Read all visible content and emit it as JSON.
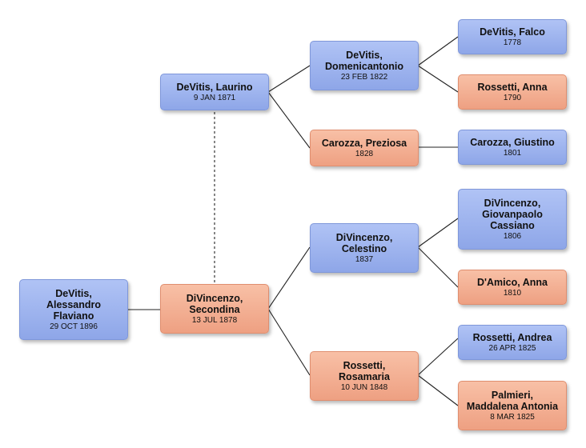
{
  "people": {
    "alessandro": {
      "name": "DeVitis,\nAlessandro\nFlaviano",
      "date": "29 OCT 1896"
    },
    "laurino": {
      "name": "DeVitis, Laurino",
      "date": "9 JAN 1871"
    },
    "secondina": {
      "name": "DiVincenzo,\nSecondina",
      "date": "13 JUL 1878"
    },
    "domenicantonio": {
      "name": "DeVitis,\nDomenicantonio",
      "date": "23 FEB 1822"
    },
    "preziosa": {
      "name": "Carozza, Preziosa",
      "date": "1828"
    },
    "celestino": {
      "name": "DiVincenzo,\nCelestino",
      "date": "1837"
    },
    "rosamaria": {
      "name": "Rossetti,\nRosamaria",
      "date": "10 JUN 1848"
    },
    "falco": {
      "name": "DeVitis, Falco",
      "date": "1778"
    },
    "anna_rossetti": {
      "name": "Rossetti, Anna",
      "date": "1790"
    },
    "giustino": {
      "name": "Carozza, Giustino",
      "date": "1801"
    },
    "giovanpaolo": {
      "name": "DiVincenzo,\nGiovanpaolo\nCassiano",
      "date": "1806"
    },
    "anna_damico": {
      "name": "D'Amico, Anna",
      "date": "1810"
    },
    "andrea": {
      "name": "Rossetti, Andrea",
      "date": "26 APR 1825"
    },
    "maddalena": {
      "name": "Palmieri,\nMaddalena Antonia",
      "date": "8 MAR 1825"
    }
  },
  "colors": {
    "male": "#9bb1ee",
    "female": "#f2ab8d",
    "line": "#222222"
  }
}
